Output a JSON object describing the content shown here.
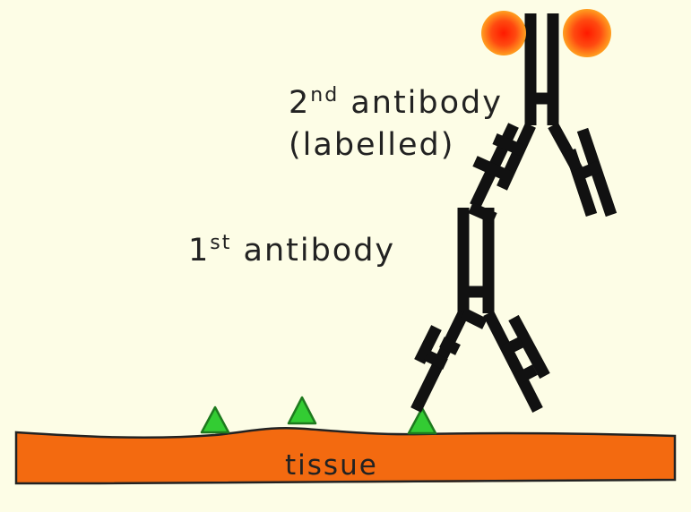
{
  "labels": {
    "second_antibody": {
      "number": "2",
      "ordinal_suffix": "nd",
      "word": " antibody",
      "note": "(labelled)"
    },
    "first_antibody": {
      "number": "1",
      "ordinal_suffix": "st",
      "word": " antibody"
    },
    "tissue": "tissue"
  },
  "colors": {
    "background": "#fdfde6",
    "tissue": "#f36a10",
    "antigen": "#33cc33",
    "antibody": "#111111",
    "label_center": "#ff1a00",
    "label_outer": "#ffa020"
  },
  "counts": {
    "antigens": 3
  }
}
